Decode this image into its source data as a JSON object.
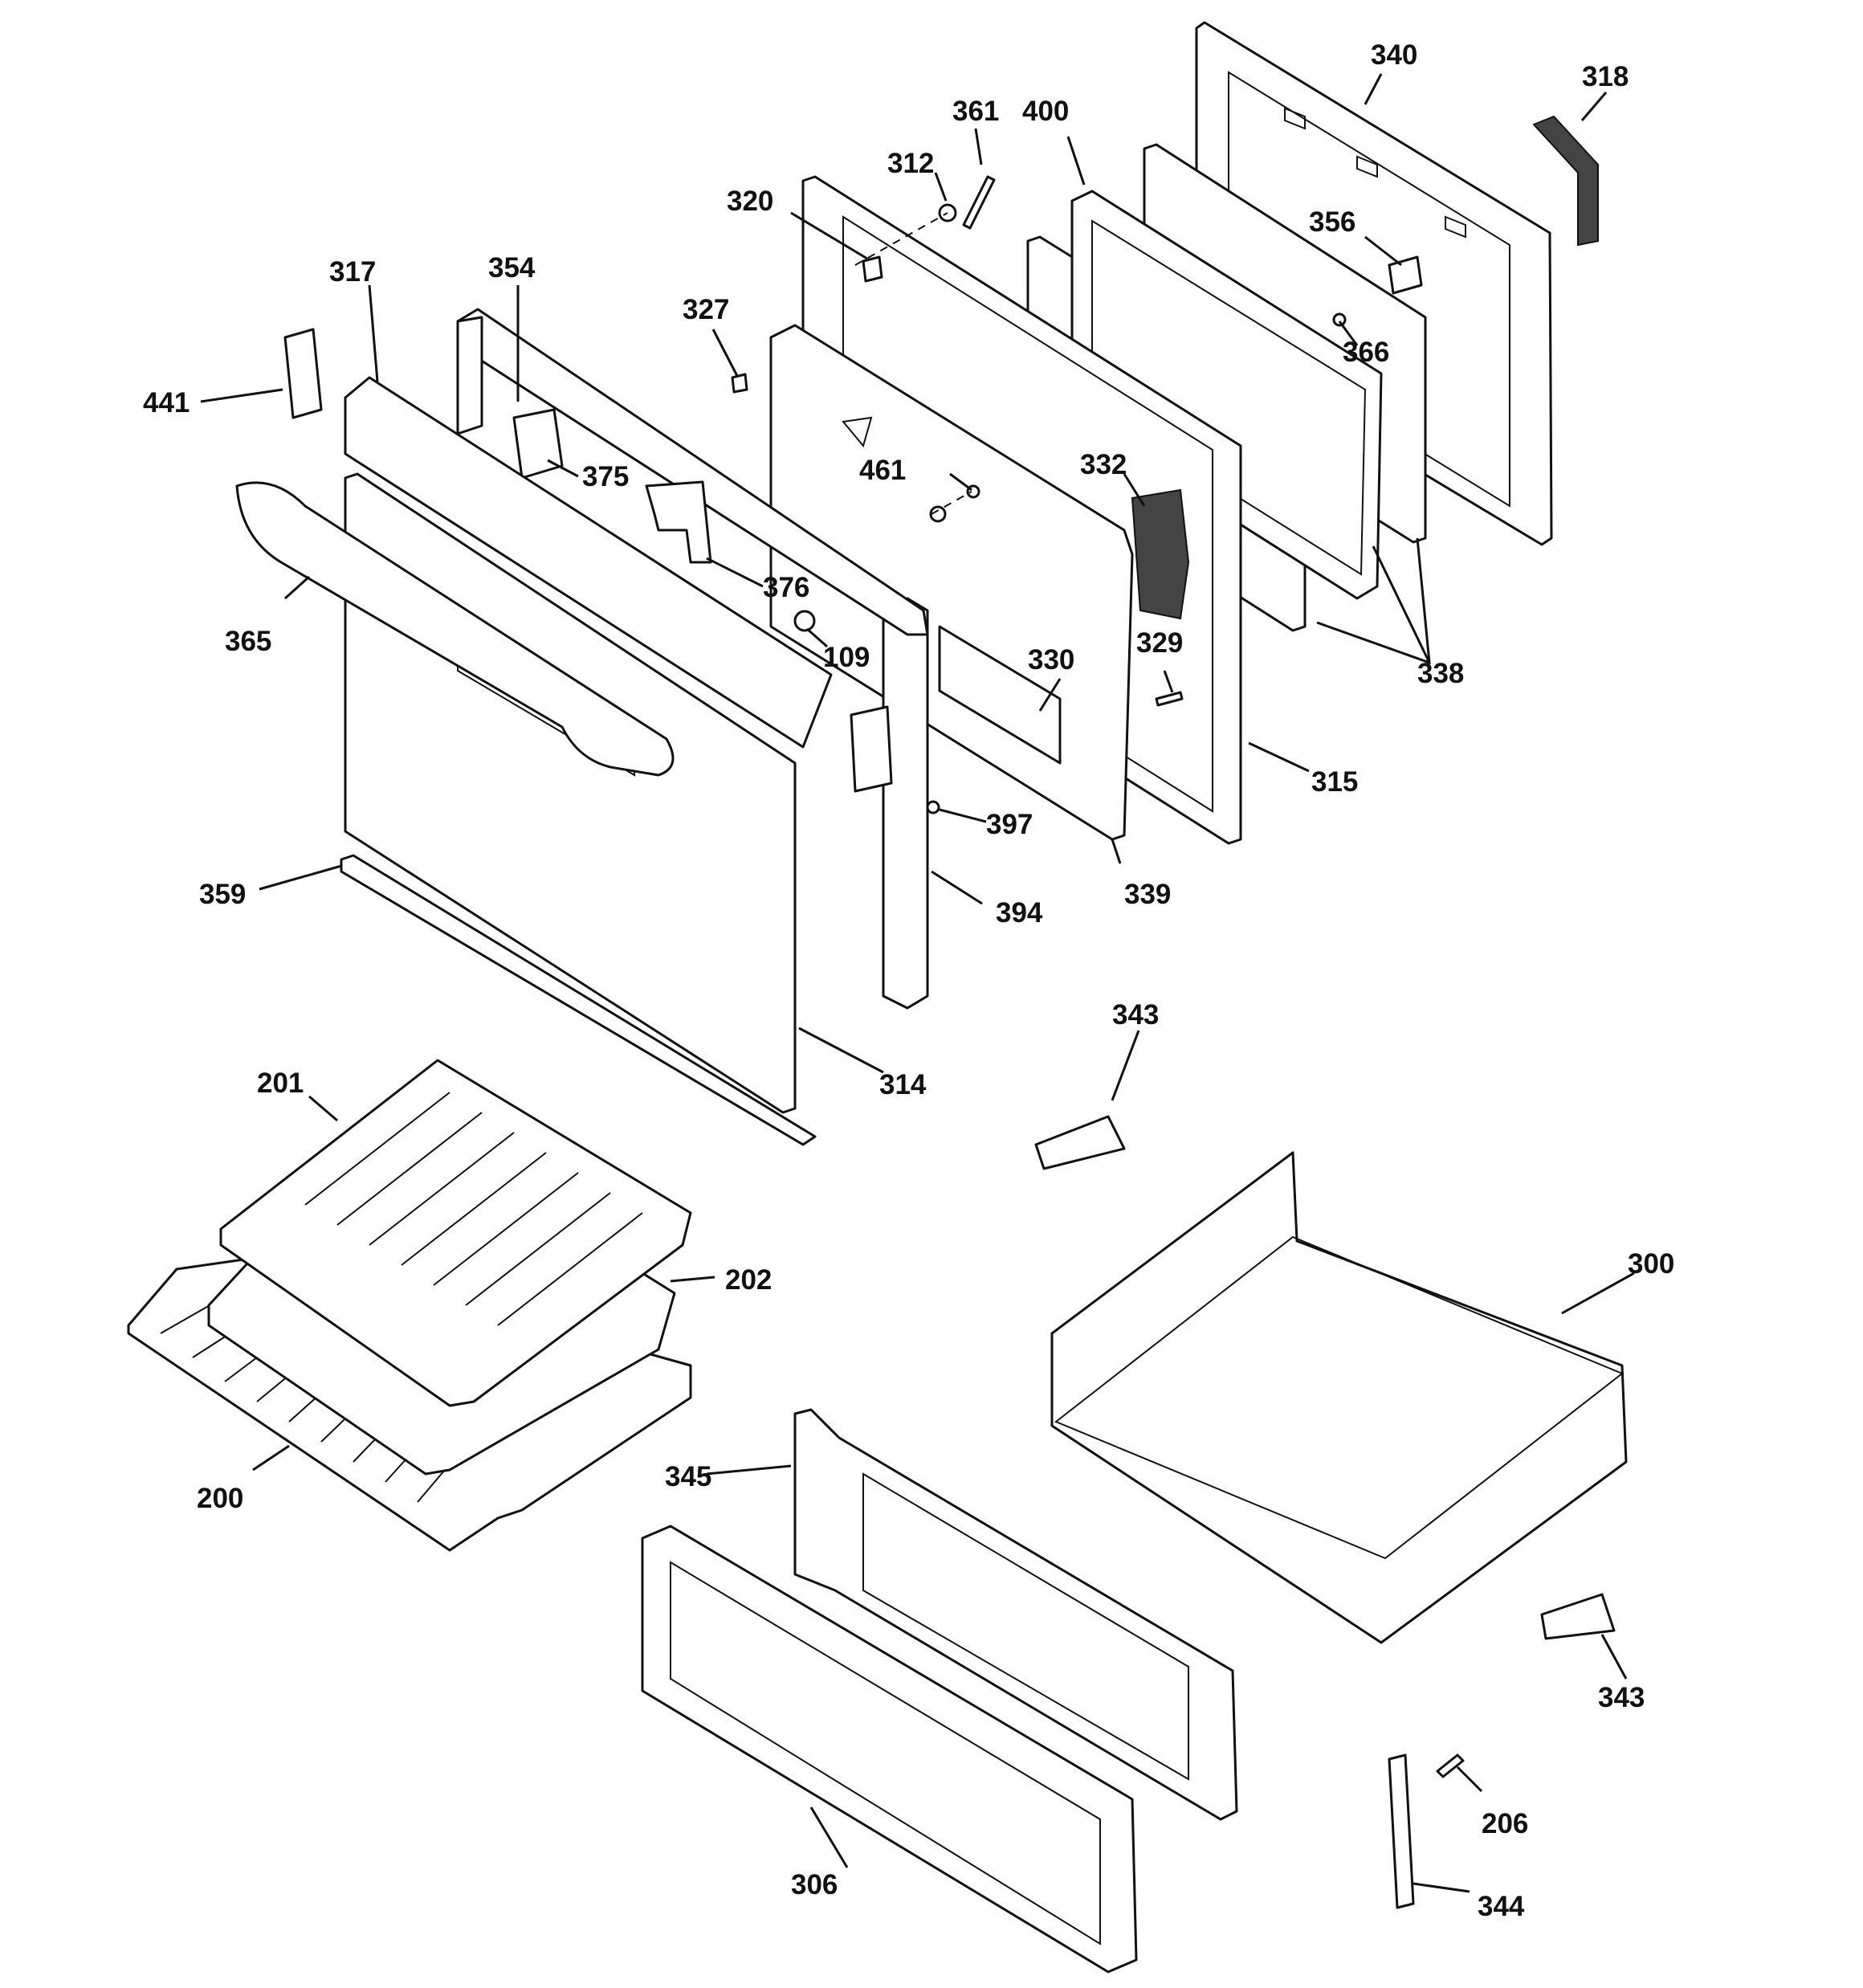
{
  "callouts": {
    "c340": "340",
    "c318": "318",
    "c361": "361",
    "c400": "400",
    "c312": "312",
    "c320": "320",
    "c356": "356",
    "c317": "317",
    "c354": "354",
    "c327": "327",
    "c366": "366",
    "c441": "441",
    "c375": "375",
    "c461": "461",
    "c332": "332",
    "c376": "376",
    "c365": "365",
    "c109": "109",
    "c330": "330",
    "c329": "329",
    "c338": "338",
    "c315": "315",
    "c397": "397",
    "c359": "359",
    "c339": "339",
    "c394": "394",
    "c343a": "343",
    "c314": "314",
    "c201": "201",
    "c202": "202",
    "c300": "300",
    "c345": "345",
    "c200": "200",
    "c343b": "343",
    "c206": "206",
    "c306": "306",
    "c344": "344"
  }
}
